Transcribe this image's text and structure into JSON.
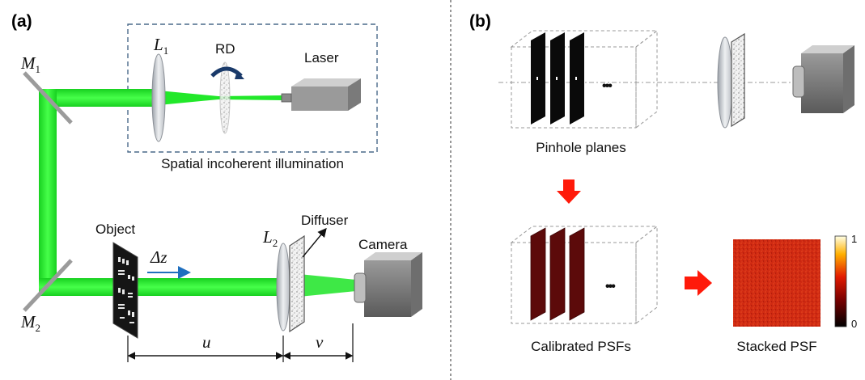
{
  "panel_a": {
    "label": "(a)",
    "mirror_1": {
      "main": "M",
      "sub": "1"
    },
    "mirror_2": {
      "main": "M",
      "sub": "2"
    },
    "lens_1": {
      "main": "L",
      "sub": "1"
    },
    "lens_2": {
      "main": "L",
      "sub": "2"
    },
    "rotating_diffuser": "RD",
    "laser": "Laser",
    "illumination_box": "Spatial incoherent illumination",
    "object": "Object",
    "delta_z": "Δz",
    "diffuser": "Diffuser",
    "camera": "Camera",
    "distance_u": "u",
    "distance_v": "v"
  },
  "panel_b": {
    "label": "(b)",
    "pinhole_planes": "Pinhole planes",
    "ellipsis_top": "•••",
    "calibrated_psfs": "Calibrated PSFs",
    "ellipsis_bottom": "•••",
    "stacked_psf": "Stacked PSF",
    "colorbar_max": "1",
    "colorbar_min": "0"
  },
  "colors": {
    "beam": "#22e82a",
    "psf_plane": "#5c0a0a",
    "arrow": "#ff1a0a",
    "stacked_psf": "#d42a12"
  }
}
